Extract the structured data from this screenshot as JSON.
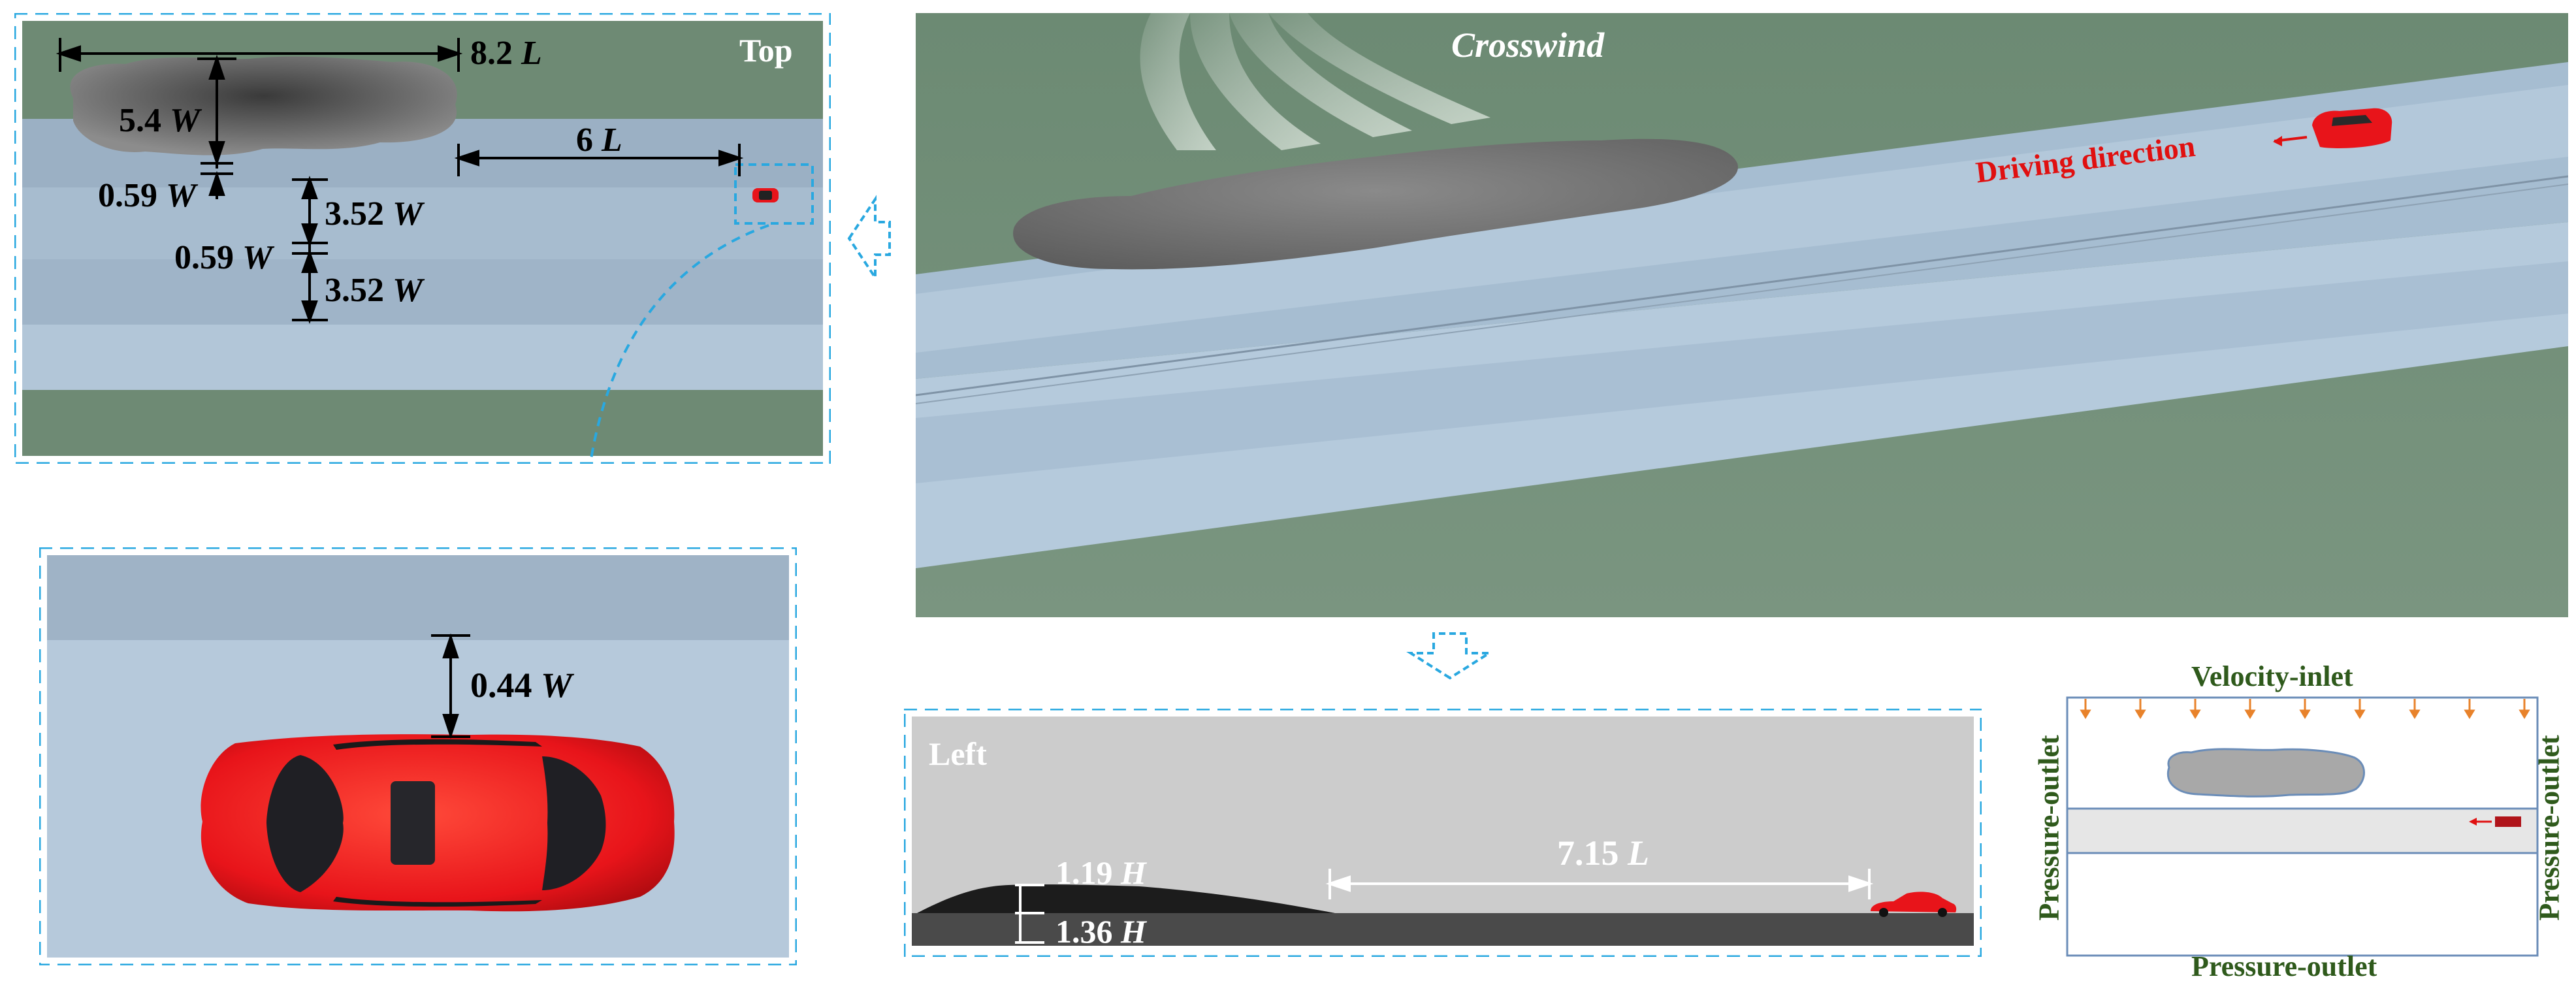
{
  "top_view": {
    "view_label": "Top",
    "dim_cloud_length": "8.2",
    "dim_cloud_width": "5.4",
    "dim_cloud_gap": "0.59",
    "dim_distance": "6",
    "dim_lane_1": "3.52",
    "dim_lane_gap": "0.59",
    "dim_lane_2": "3.52",
    "unit_L": "L",
    "unit_W": "W"
  },
  "car_detail": {
    "dim_clearance": "0.44",
    "unit_W": "W"
  },
  "perspective_view": {
    "crosswind_label": "Crosswind",
    "driving_direction_label": "Driving direction"
  },
  "left_view": {
    "view_label": "Left",
    "dim_height_upper": "1.19",
    "dim_height_lower": "1.36",
    "dim_distance": "7.15",
    "unit_H": "H",
    "unit_L": "L"
  },
  "boundary_conditions": {
    "top": "Velocity-inlet",
    "left": "Pressure-outlet",
    "right": "Pressure-outlet",
    "bottom": "Pressure-outlet"
  },
  "colors": {
    "frame_dashed": "#29a8e0",
    "grass": "#6e8a74",
    "road": "#aabfd2",
    "car_red": "#e8141a",
    "label_green": "#2f5a1c",
    "crosswind_orange": "#e8822a",
    "driving_red": "#e01010"
  }
}
